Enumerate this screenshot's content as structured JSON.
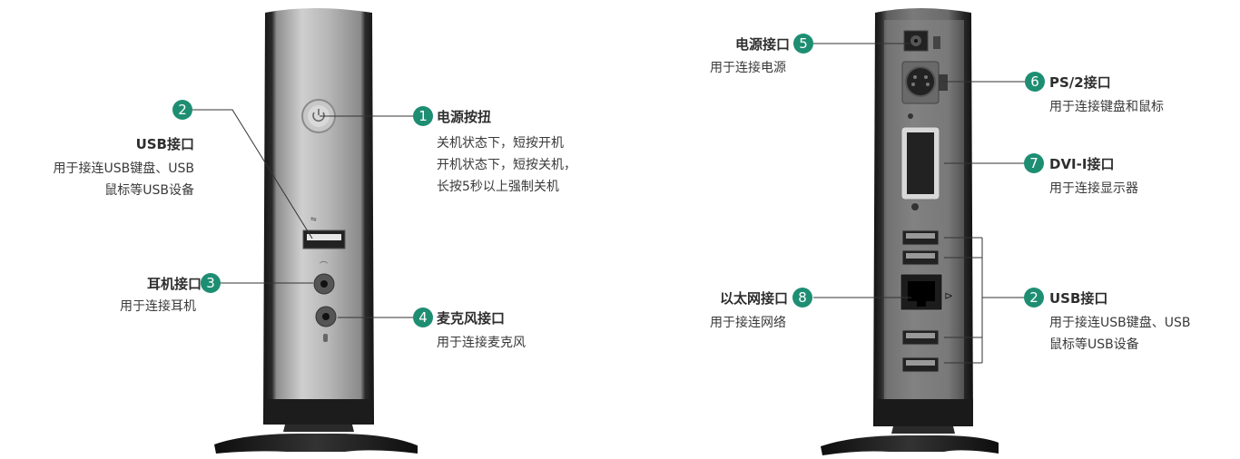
{
  "front": {
    "callouts": [
      {
        "num": "1",
        "title": "电源按扭",
        "lines": [
          "关机状态下，短按开机",
          "开机状态下，短按关机，",
          "长按5秒以上强制关机"
        ]
      },
      {
        "num": "2",
        "title": "USB接口",
        "lines": [
          "用于接连USB键盘、USB",
          "鼠标等USB设备"
        ]
      },
      {
        "num": "3",
        "title": "耳机接口",
        "lines": [
          "用于连接耳机"
        ]
      },
      {
        "num": "4",
        "title": "麦克风接口",
        "lines": [
          "用于连接麦克风"
        ]
      }
    ]
  },
  "back": {
    "callouts": [
      {
        "num": "5",
        "title": "电源接口",
        "lines": [
          "用于连接电源"
        ]
      },
      {
        "num": "6",
        "title": "PS/2接口",
        "lines": [
          "用于连接键盘和鼠标"
        ]
      },
      {
        "num": "7",
        "title": "DVI-I接口",
        "lines": [
          "用于连接显示器"
        ]
      },
      {
        "num": "8",
        "title": "以太网接口",
        "lines": [
          "用于接连网络"
        ]
      },
      {
        "num": "2",
        "title": "USB接口",
        "lines": [
          "用于接连USB键盘、USB",
          "鼠标等USB设备"
        ]
      }
    ]
  },
  "colors": {
    "accent": "#1e8e72"
  }
}
